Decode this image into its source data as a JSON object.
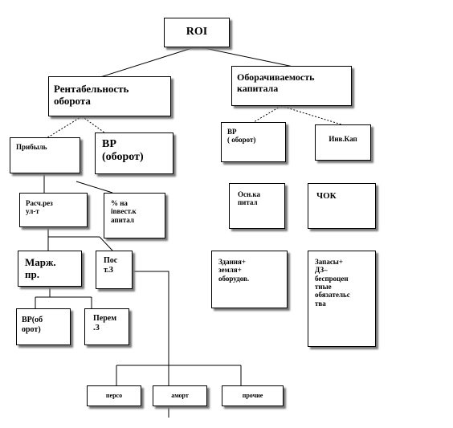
{
  "nodes": {
    "roi": "ROI",
    "rentabelnost": "Рентабельность\nоборота",
    "oborachivaemost": "Оборачиваемость\nкапитала",
    "pribyl": "Прибыль",
    "vr_oborot": "ВР\n(оборот)",
    "vr_oborot_right": "ВР\n( оборот)",
    "inv_kap": "Инв.Кап",
    "rasch_rez": "Расч.рез\nул-т",
    "pct_invest": "% на\ninвест.к\nапитал",
    "osn_kapital": "Осн.ка\nпитал",
    "chok": "ЧОК",
    "marzh_pr": "Марж.\nпр.",
    "post_z": "Пос\nт.З",
    "zdaniya": "Здания+\nземля+\nоборудов.",
    "zapasy": "Запасы+\nДЗ–\nбеспроцен\nтные\nобязательс\nтва",
    "vr_ob_orot": "ВР(об\nорот)",
    "perem_z": "Перем\n.З",
    "perso": "персо",
    "amort": "аморт",
    "prochie": "прочие"
  }
}
